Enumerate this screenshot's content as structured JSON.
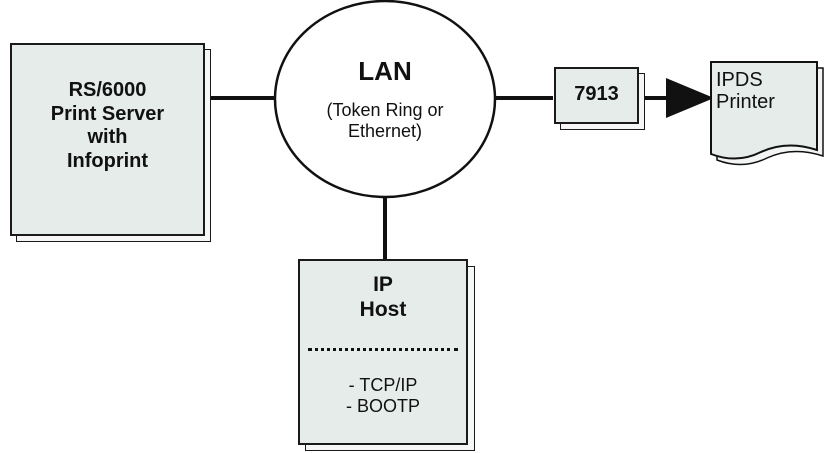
{
  "server": {
    "lines": [
      "RS/6000",
      "Print Server",
      "with",
      "Infoprint"
    ]
  },
  "lan": {
    "title": "LAN",
    "subtitle_lines": [
      "(Token Ring or",
      "Ethernet)"
    ]
  },
  "converter": {
    "label": "7913"
  },
  "printer": {
    "lines": [
      "IPDS",
      "Printer"
    ]
  },
  "host": {
    "title_lines": [
      "IP",
      "Host"
    ],
    "protocols": [
      "- TCP/IP",
      "- BOOTP"
    ]
  }
}
